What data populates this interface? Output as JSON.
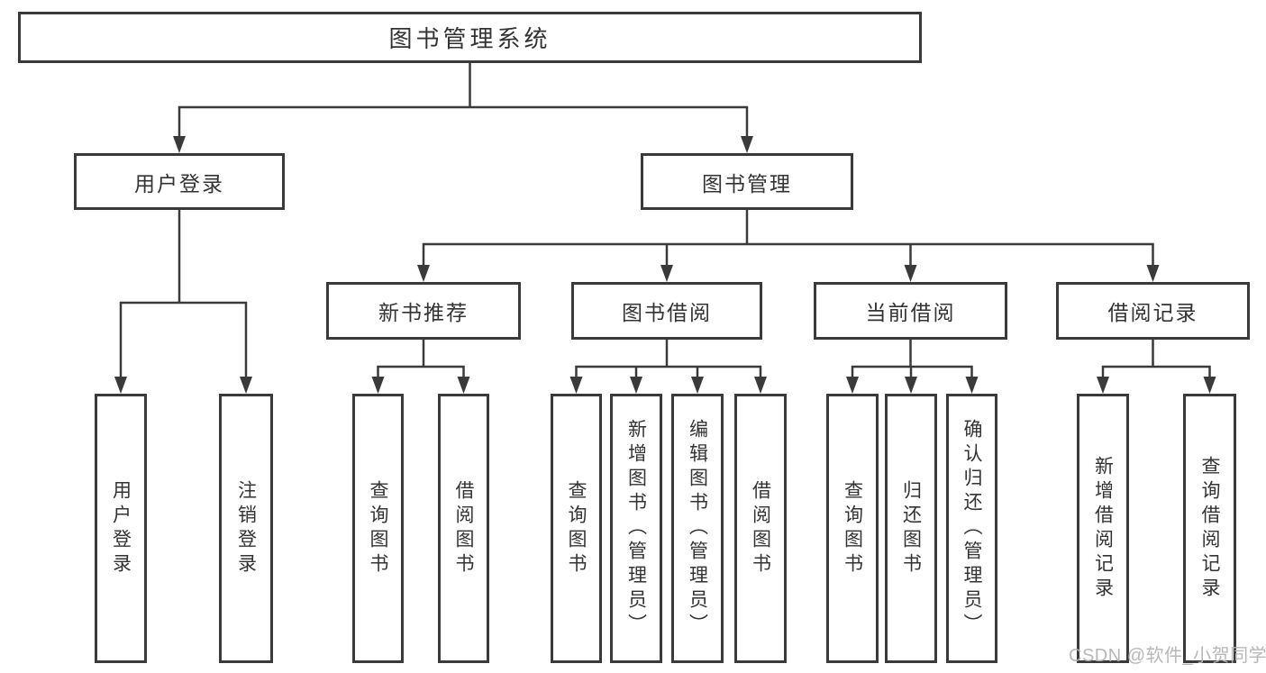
{
  "diagram": {
    "root": "图书管理系统",
    "branches": [
      {
        "label": "用户登录",
        "children": [
          "用户登录",
          "注销登录"
        ]
      },
      {
        "label": "图书管理",
        "sections": [
          {
            "label": "新书推荐",
            "children": [
              "查询图书",
              "借阅图书"
            ]
          },
          {
            "label": "图书借阅",
            "children": [
              "查询图书",
              "新增图书（管理员）",
              "编辑图书（管理员）",
              "借阅图书"
            ]
          },
          {
            "label": "当前借阅",
            "children": [
              "查询图书",
              "归还图书",
              "确认归还（管理员）"
            ]
          },
          {
            "label": "借阅记录",
            "children": [
              "新增借阅记录",
              "查询借阅记录"
            ]
          }
        ]
      }
    ]
  },
  "watermark": "CSDN @软件_小贺同学",
  "colors": {
    "line": "#3a3a3a",
    "text": "#333333",
    "background": "#ffffff",
    "watermark": "#b4b4b4"
  }
}
